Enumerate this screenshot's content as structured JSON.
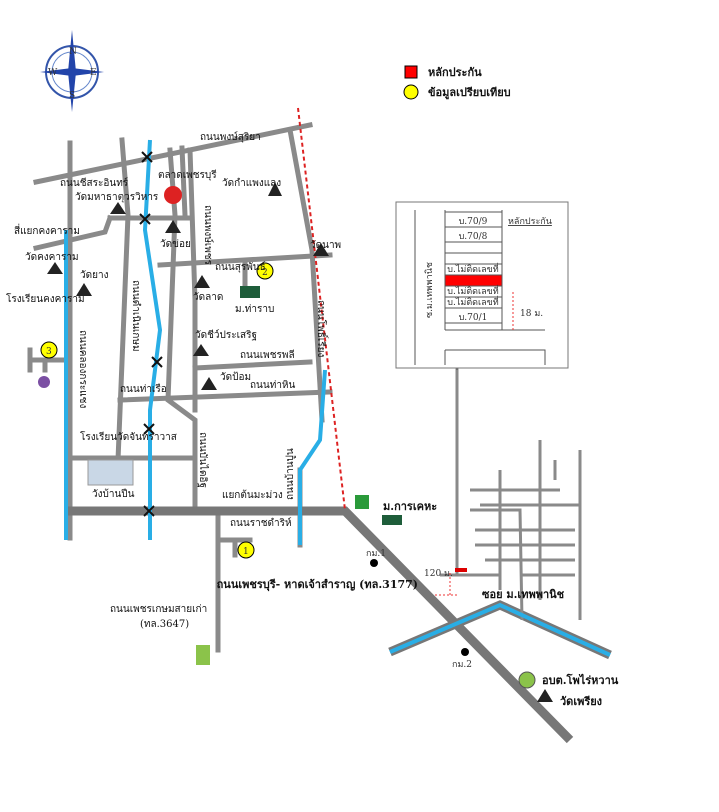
{
  "legend": {
    "collateral_label": "หลักประกัน",
    "comparison_label": "ข้อมูลเปรียบเทียบ",
    "collateral_color": "#ff0000",
    "comparison_color": "#ffff00"
  },
  "compass": {
    "n": "N",
    "s": "S",
    "e": "E",
    "w": "W"
  },
  "roads": {
    "phongsuriya": "ถนนพงษ์สุริยา",
    "chee_sa_in": "ถนนชีสระอินทร์",
    "phong_phet": "ถนนพงษ์เพชร",
    "surapan": "ถนนสุรพันธ์",
    "pho_riang": "ถนนโพธิ์เรียง",
    "phetphli": "ถนนเพชรพลี",
    "tha_hin": "ถนนท่าหิน",
    "tha_ruea": "ถนนท่าเรือ",
    "damnoen_kasem": "ถนนดำเนินเกษม",
    "khlong_krachaeng": "ถนนคลองกระแชง",
    "bandai_it": "ถนนบันไดอิฐ",
    "ban_pun": "ถนนบ้านปูน",
    "ratchadamri": "ถนนราชดำริห์",
    "phetchaburi_hat": "ถนนเพชรบุรี- หาดเจ้าสำราญ (ทล.3177)",
    "phetkasem_old": "ถนนเพชรเกษมสายเก่า",
    "phetkasem_old_code": "(ทล.3647)",
    "soi_thepphanit": "ซอย ม.เทพพานิช"
  },
  "places": {
    "market": "ตลาดเพชรบุรี",
    "wat_kamphaeng": "วัดกำแพงแลง",
    "wat_mahathat": "วัดมหาธาตุวรวิหาร",
    "intersection_khongkaram": "สี่แยกคงคาราม",
    "wat_khongkaram": "วัดคงคาราม",
    "wat_yang": "วัดยาง",
    "school_khongkaram": "โรงเรียนคงคาราม",
    "wat_khoi": "วัดข่อย",
    "wat_east": "วัดนาพ",
    "wat_lat": "วัดลาด",
    "mu_tha_rap": "ม.ท่าราบ",
    "wat_chiwi": "วัดชีว์ประเสริฐ",
    "wat_pom": "วัดป้อม",
    "school_chanthrawat": "โรงเรียนวัดจันทราวาส",
    "wang_ban_puen": "วังบ้านปืน",
    "yaek_ton_mamuang": "แยกต้นมะม่วง",
    "mu_kan_kheha": "ม.การเคหะ",
    "km1": "กม.1",
    "km2": "กม.2",
    "distance_120": "120 ม.",
    "obt": "อบต.โพไร่หวาน",
    "wat_phriang": "วัดเพรียง"
  },
  "markers": {
    "m1": "1",
    "m2": "2",
    "m3": "3"
  },
  "inset": {
    "collateral_label": "หลักประกัน",
    "soi_label": "ซ.ม.เทพพานิช",
    "lots": [
      "บ.70/9",
      "บ.70/8",
      "",
      "",
      "บ.ไม่ติดเลขที่",
      "",
      "บ.ไม่ติดเลขที่",
      "บ.ไม่ติดเลขที่",
      "บ.70/1"
    ],
    "distance": "18 ม."
  }
}
